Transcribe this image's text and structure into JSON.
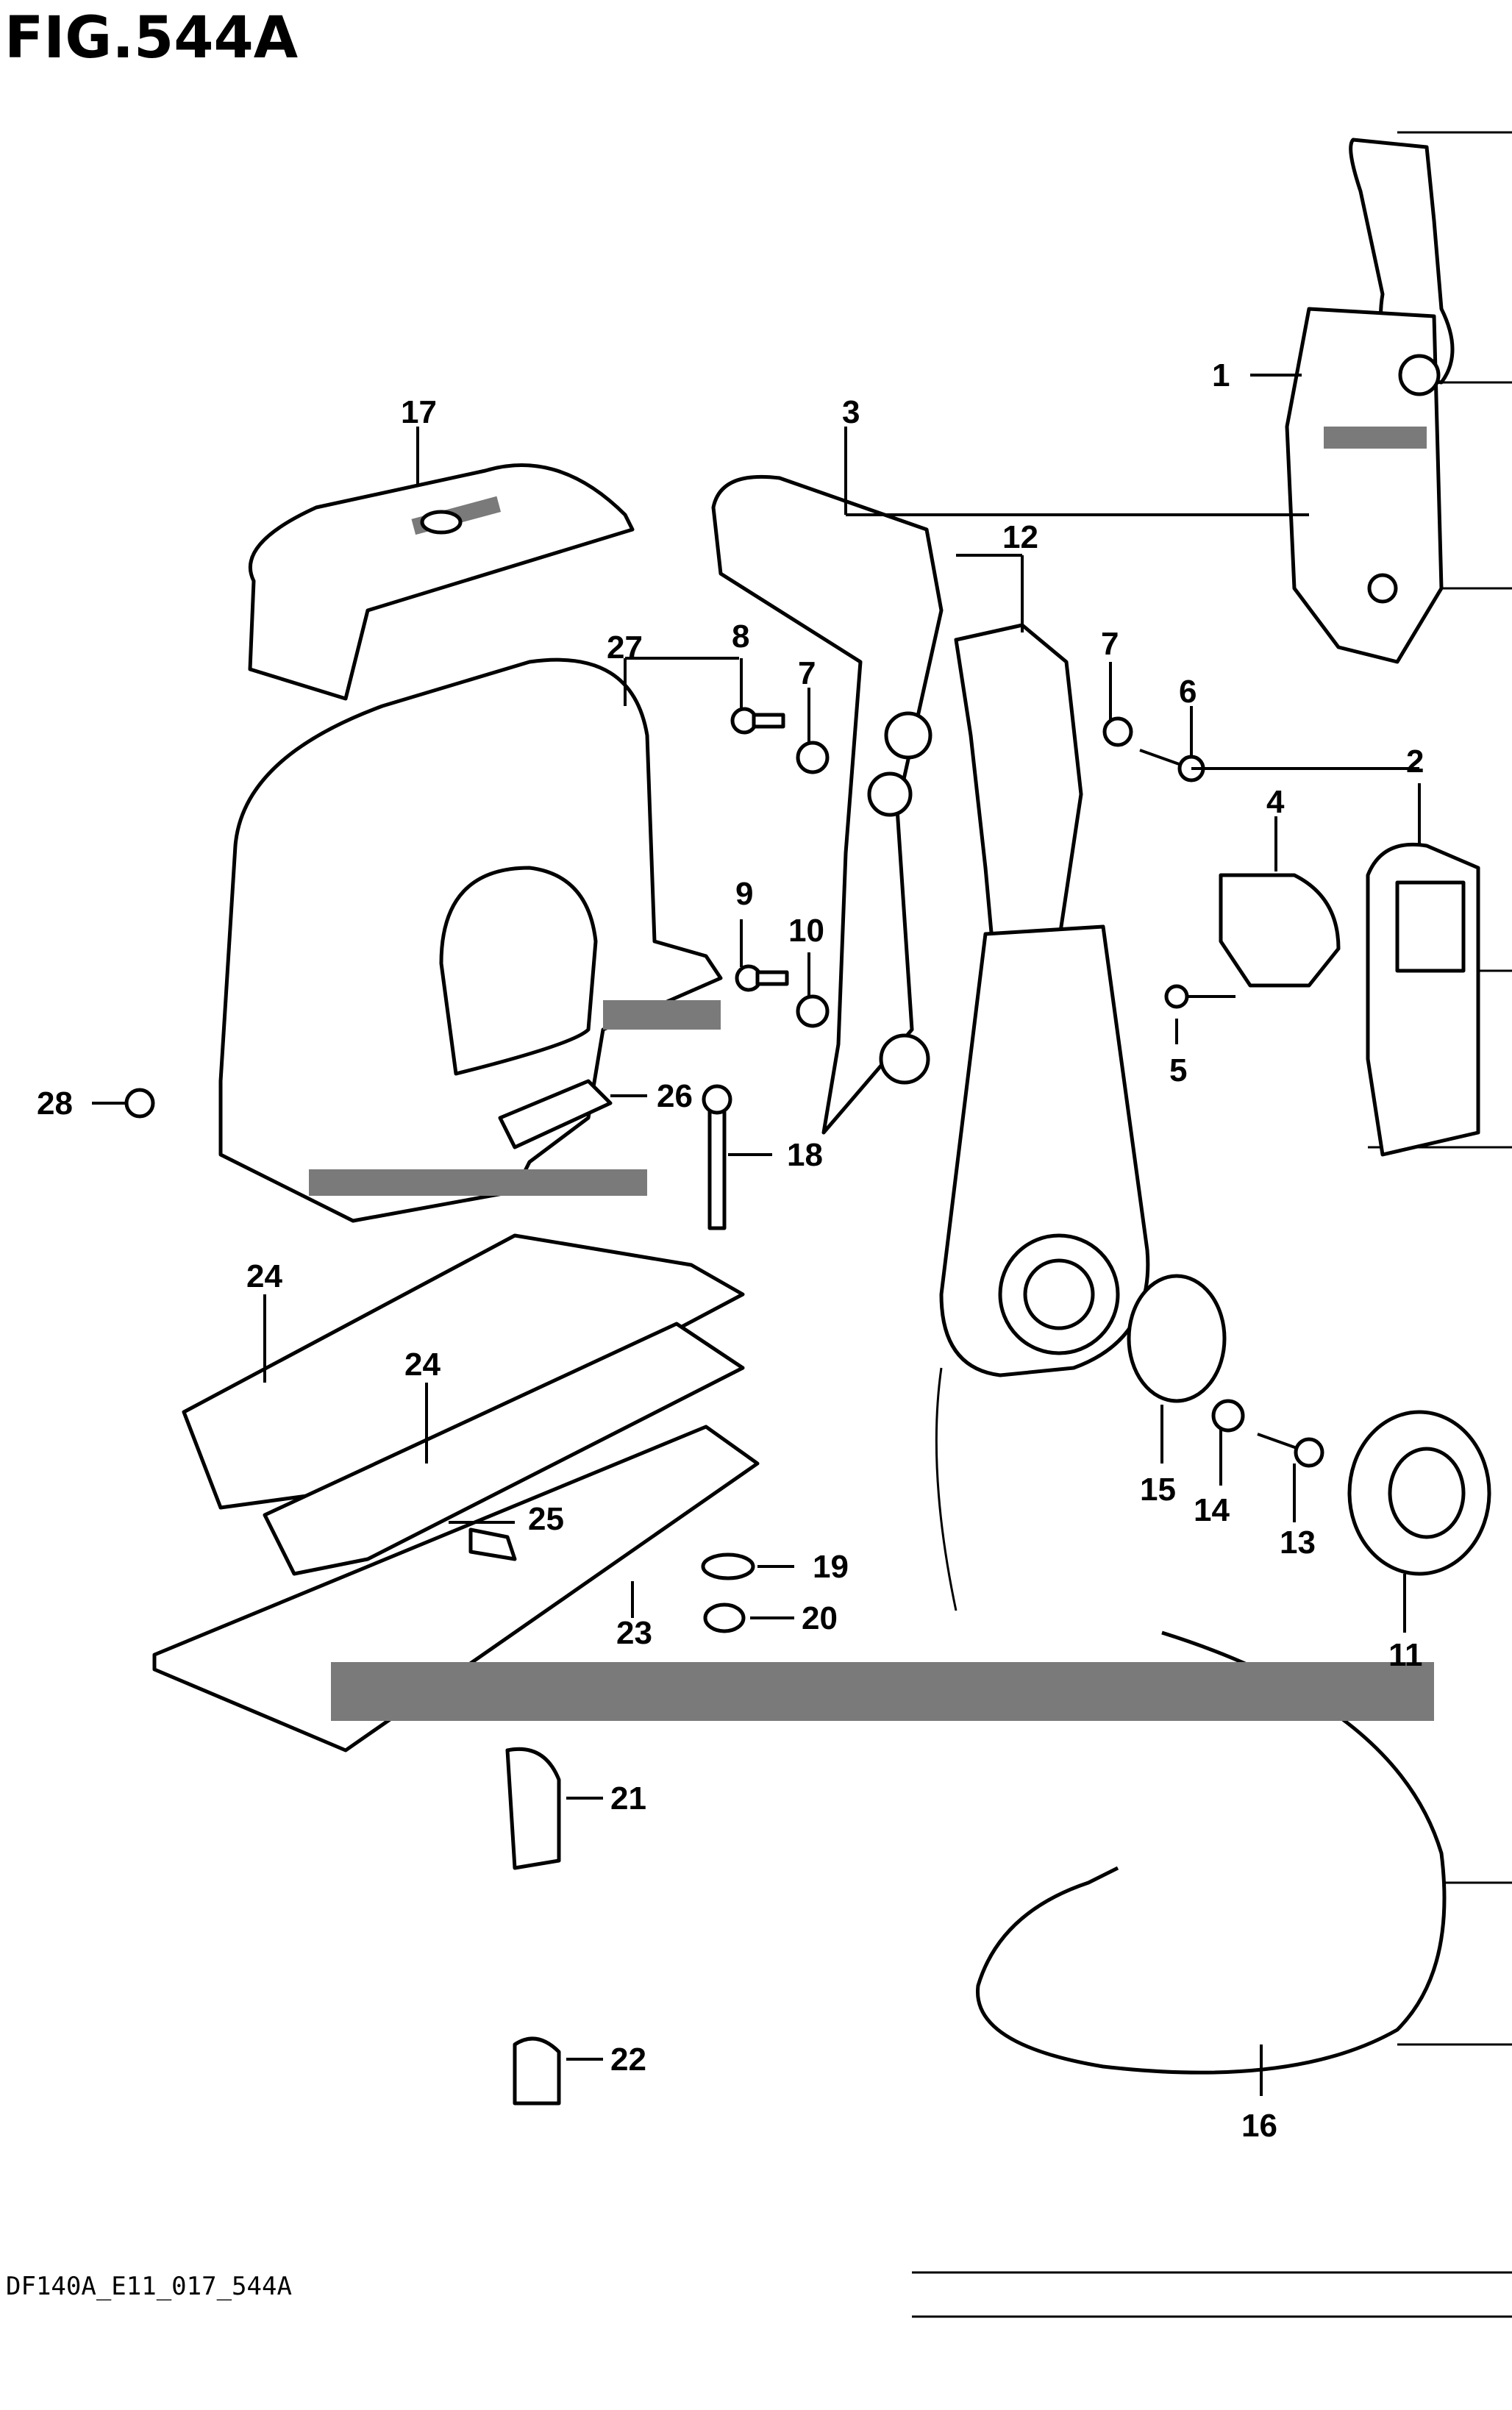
{
  "figure": {
    "title": "FIG.544A",
    "footer_code": "DF140A_E11_017_544A"
  },
  "callouts": {
    "c1": "1",
    "c2": "2",
    "c3": "3",
    "c4": "4",
    "c5": "5",
    "c6": "6",
    "c7a": "7",
    "c7b": "7",
    "c8": "8",
    "c9": "9",
    "c10": "10",
    "c11": "11",
    "c12": "12",
    "c13": "13",
    "c14": "14",
    "c15": "15",
    "c16": "16",
    "c17": "17",
    "c18": "18",
    "c19": "19",
    "c20": "20",
    "c21": "21",
    "c22": "22",
    "c23": "23",
    "c24a": "24",
    "c24b": "24",
    "c25": "25",
    "c26": "26",
    "c27": "27",
    "c28": "28"
  }
}
